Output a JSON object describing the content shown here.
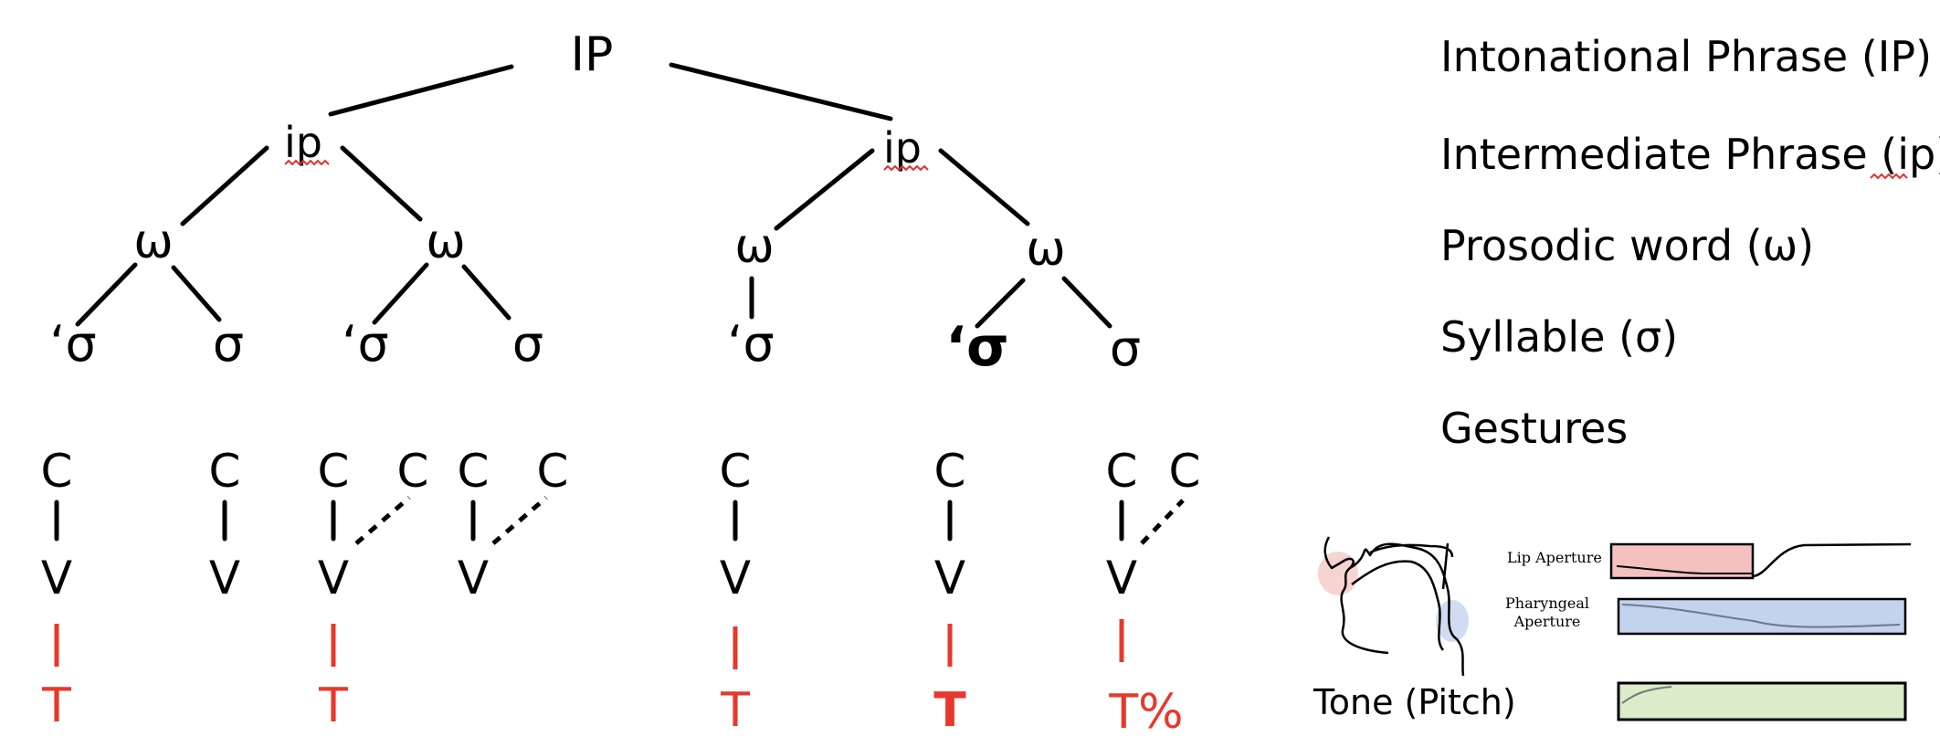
{
  "tree": {
    "root": "IP",
    "ip_nodes": [
      "ip",
      "ip"
    ],
    "word_nodes": [
      "ω",
      "ω",
      "ω",
      "ω"
    ],
    "syllables": [
      "‘σ",
      "σ",
      "‘σ",
      "σ",
      "‘σ",
      "‘σ",
      "σ"
    ],
    "consonant": "C",
    "vowel": "V",
    "tones": [
      "T",
      "T",
      "T",
      "T",
      "T%"
    ]
  },
  "legend": {
    "items": [
      "Intonational Phrase (IP)",
      "Intermediate Phrase (ip)",
      "Prosodic word (ω)",
      "Syllable (σ)",
      "Gestures"
    ]
  },
  "gestures": {
    "lip_label": "Lip Aperture",
    "pharyngeal_label_1": "Pharyngeal",
    "pharyngeal_label_2": "Aperture",
    "tone_label": "Tone (Pitch)"
  },
  "colors": {
    "black": "#000000",
    "tone_red": "#e8382b",
    "lip_fill": "#f3c2be",
    "pharyngeal_fill": "#c3d3ed",
    "tone_fill": "#dcebc9",
    "squiggle": "#e03030"
  }
}
